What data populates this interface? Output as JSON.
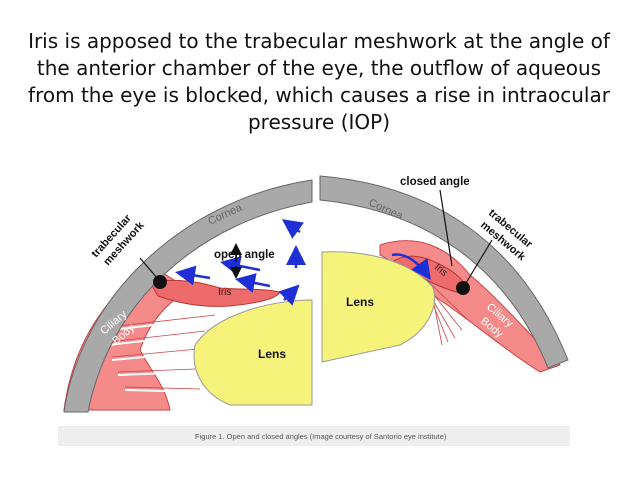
{
  "slide": {
    "title": "Iris is apposed to the trabecular meshwork at the angle of the anterior chamber of the eye, the outflow of aqueous from the eye is blocked, which causes a rise in intraocular pressure (IOP)"
  },
  "figure": {
    "caption": "Figure 1. Open and closed angles (Image courtesy of Santorio eye institute)",
    "left_panel": {
      "cornea": "Cornea",
      "trabecular_line1": "trabecular",
      "trabecular_line2": "meshwork",
      "open_angle": "open angle",
      "iris": "Iris",
      "ciliary_line1": "Ciliary",
      "ciliary_line2": "Body",
      "lens": "Lens"
    },
    "right_panel": {
      "closed_angle": "closed angle",
      "cornea": "Cornea",
      "trabecular_line1": "trabecular",
      "trabecular_line2": "meshwork",
      "iris": "Iris",
      "ciliary_line1": "Ciliary",
      "ciliary_line2": "Body",
      "lens": "Lens"
    },
    "colors": {
      "cornea": "#a9a9a9",
      "ciliary_body": "#f58a8a",
      "iris": "#ee6b6b",
      "lens": "#f6f37a",
      "arrow_blue": "#1f2fd6",
      "meshwork": "#111111"
    }
  }
}
